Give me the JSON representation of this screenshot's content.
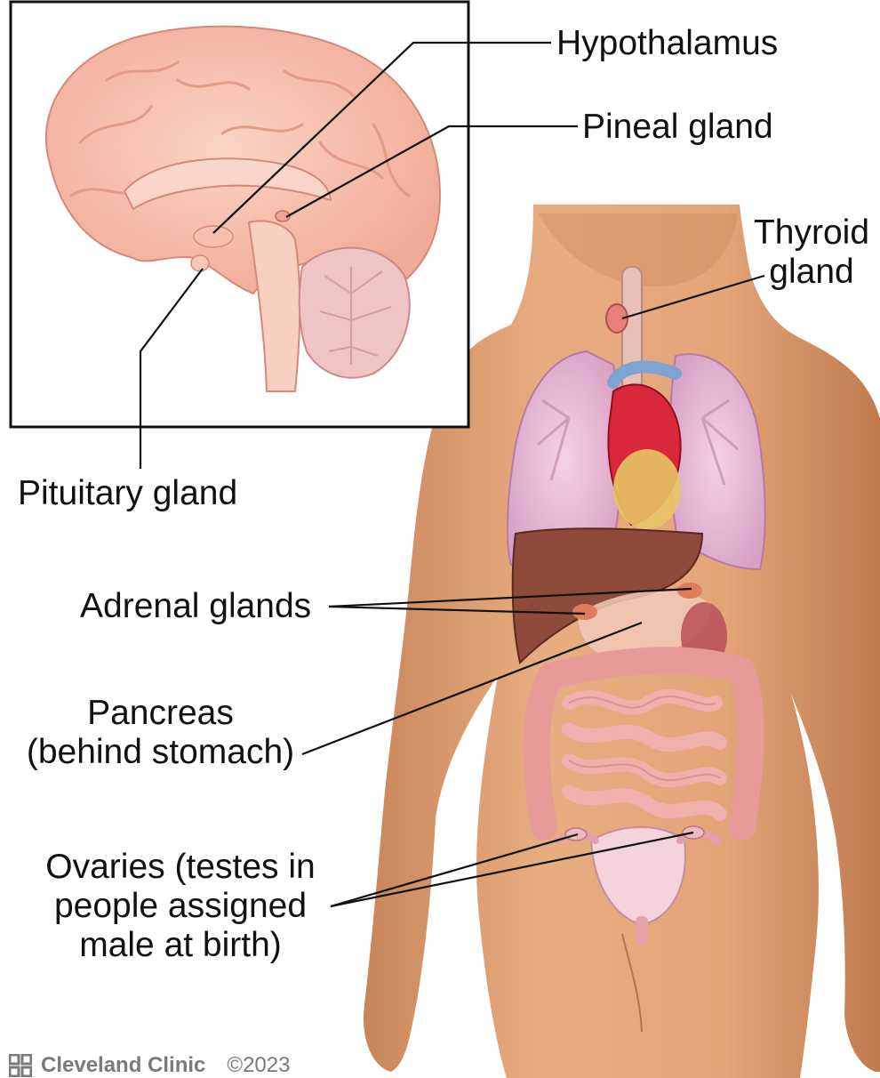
{
  "labels": {
    "hypothalamus": "Hypothalamus",
    "pineal": "Pineal gland",
    "thyroid_line1": "Thyroid",
    "thyroid_line2": "gland",
    "pituitary": "Pituitary gland",
    "adrenal": "Adrenal glands",
    "pancreas_line1": "Pancreas",
    "pancreas_line2": "(behind stomach)",
    "ovaries_line1": "Ovaries (testes in",
    "ovaries_line2": "people assigned",
    "ovaries_line3": "male at birth)"
  },
  "footer": {
    "brand": "Cleveland Clinic",
    "copyright": "©2023"
  },
  "colors": {
    "skin": "#e0a274",
    "brain": "#f6bfae",
    "lungs": "#e8b7d6",
    "heart": "#d8283a",
    "liver": "#8e4a3a",
    "intestine": "#eaa6a4",
    "leader_line": "#111111"
  },
  "icons": [
    "cleveland-clinic-logo-icon"
  ]
}
